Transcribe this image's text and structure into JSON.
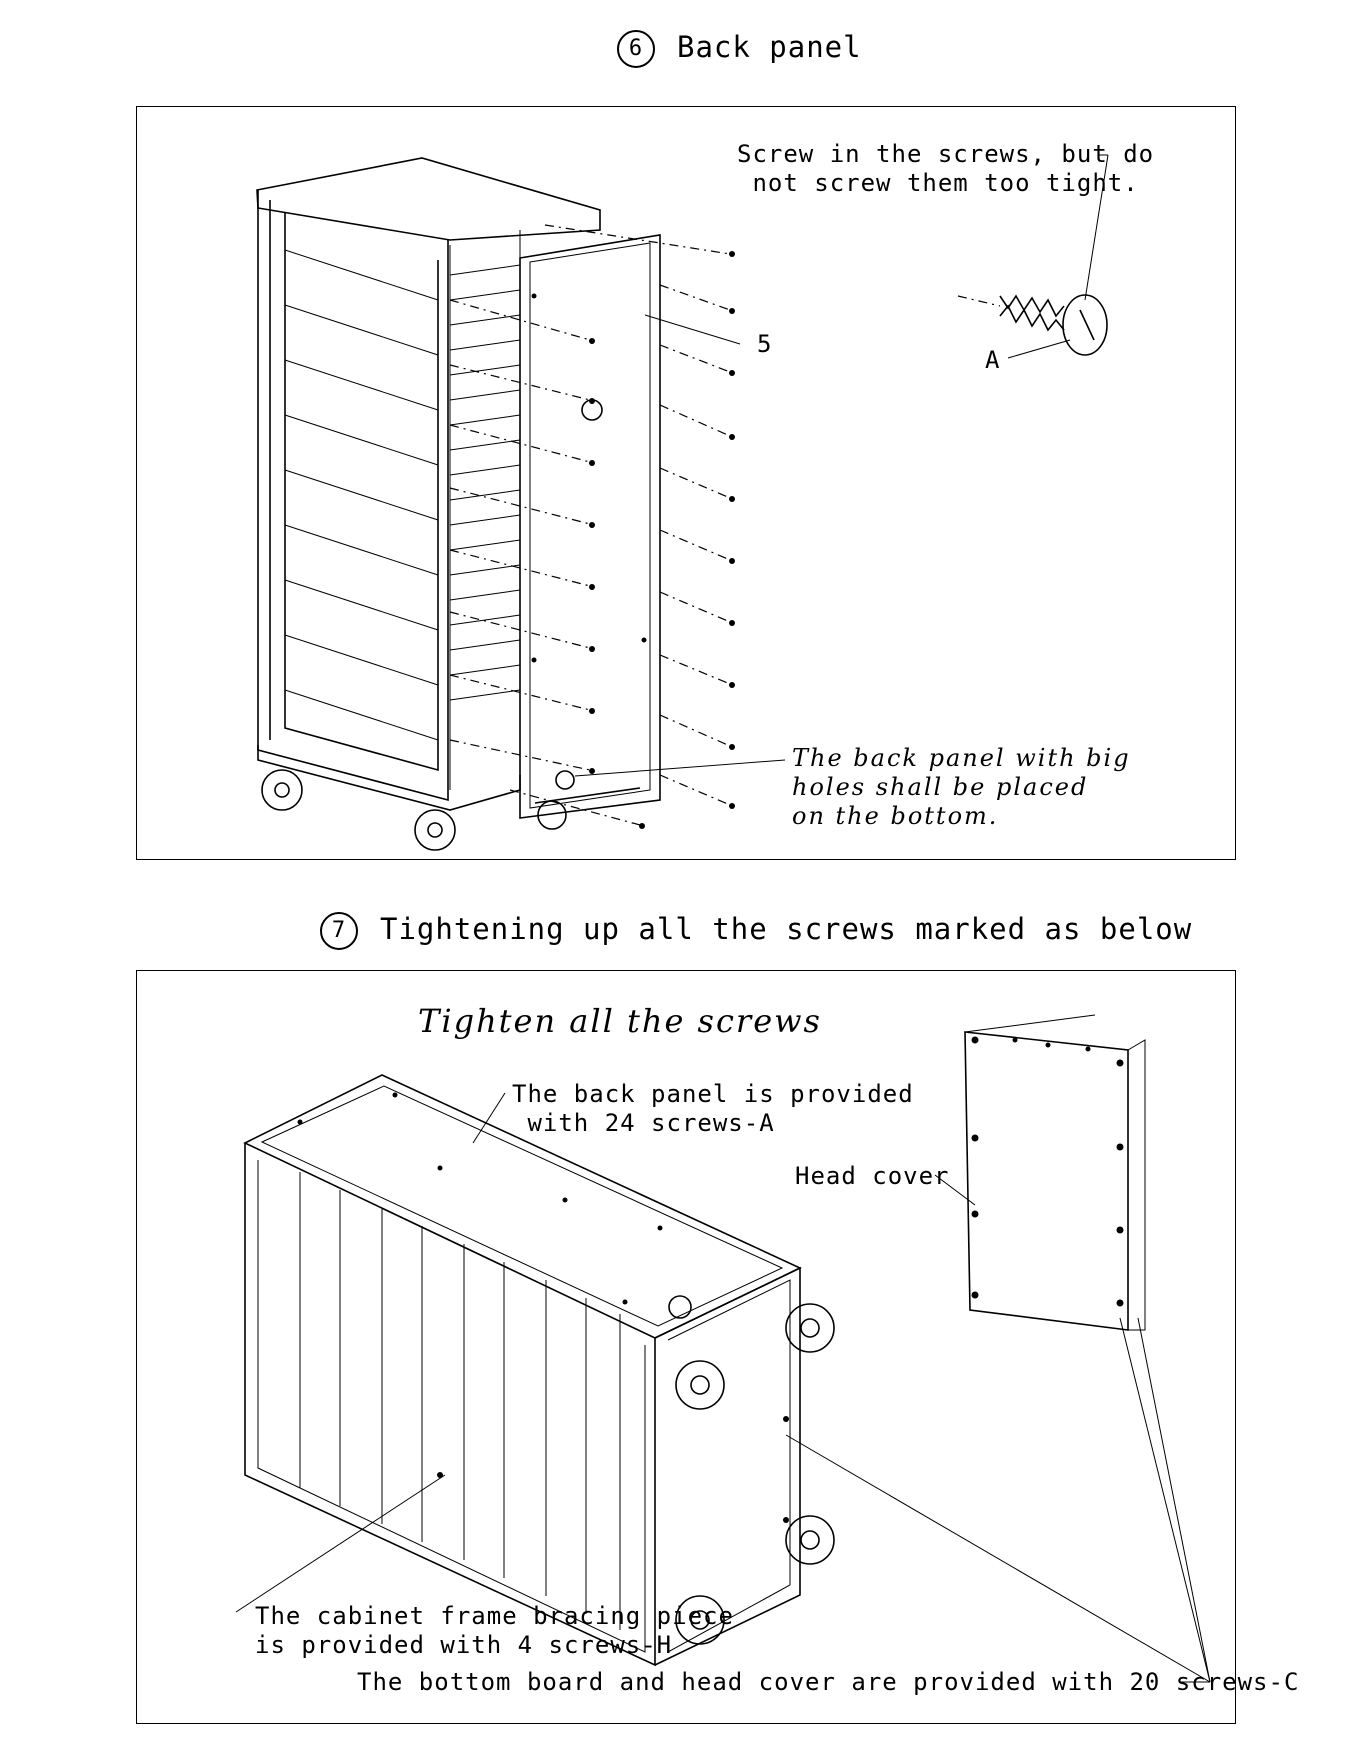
{
  "step6": {
    "number": "6",
    "title": "Back panel",
    "screw_note": "Screw in the screws, but do\n not screw them too tight.",
    "part_label": "5",
    "screw_label": "A",
    "bottom_note": "The back panel with big\nholes shall be placed\non the bottom."
  },
  "step7": {
    "number": "7",
    "title": "Tightening up all the screws marked as below",
    "heading": "Tighten all the screws",
    "back_panel_note": "The back panel is provided\n with 24 screws-A",
    "head_cover_label": "Head cover",
    "bracing_note": "The cabinet frame bracing piece\nis provided with 4 screws-H",
    "bottom_board_note": "The bottom board and head cover are provided with 20 screws-C"
  }
}
